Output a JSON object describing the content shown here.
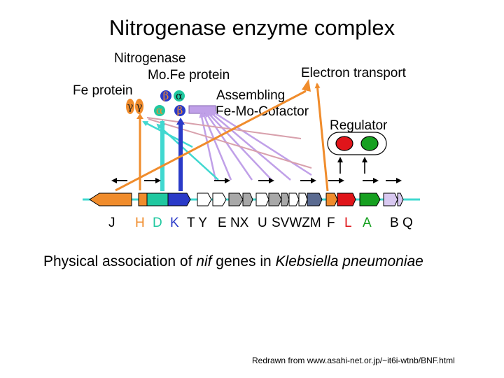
{
  "title": "Nitrogenase enzyme complex",
  "labels": {
    "nitrogenase": "Nitrogenase",
    "mofe_protein": "Mo.Fe protein",
    "fe_protein": "Fe protein",
    "electron_transport": "Electron transport",
    "assembling": "Assembling",
    "cofactor": "Fe-Mo-Cofactor",
    "regulator": "Regulator"
  },
  "subunits": {
    "fe_protein": [
      "γ",
      "γ"
    ],
    "mofe_top": [
      "β",
      "α"
    ],
    "mofe_bottom": [
      "α",
      "β"
    ]
  },
  "gene_labels": {
    "J": "J",
    "H": "H",
    "D": "D",
    "K": "K",
    "TY": "T Y",
    "ENX": "E NX",
    "U": "U",
    "SVWZM": "SVWZM",
    "F": "F",
    "L": "L",
    "A": "A",
    "BQ": "B Q"
  },
  "caption": {
    "prefix": "Physical association of ",
    "gene": "nif",
    "middle": " genes in ",
    "species": "Klebsiella pneumoniae"
  },
  "credit": "Redrawn from www.asahi-net.or.jp/~it6i-wtnb/BNF.html",
  "colors": {
    "fe_protein": "#f08c2c",
    "mofe_alpha": "#20c8a0",
    "mofe_beta": "#2a3ac8",
    "gene_H": "#f08c2c",
    "gene_D": "#20c8a0",
    "gene_K": "#2a3ac8",
    "gene_grey": "#a8a8a8",
    "gene_F": "#e0151a",
    "gene_L": "#e0151a",
    "gene_A": "#16a020",
    "chromosome": "#40d8d0",
    "assembly_lines": "#c0a0e8",
    "electron_lines": "#d8a0ac",
    "cyan_lines": "#40d8d0"
  }
}
